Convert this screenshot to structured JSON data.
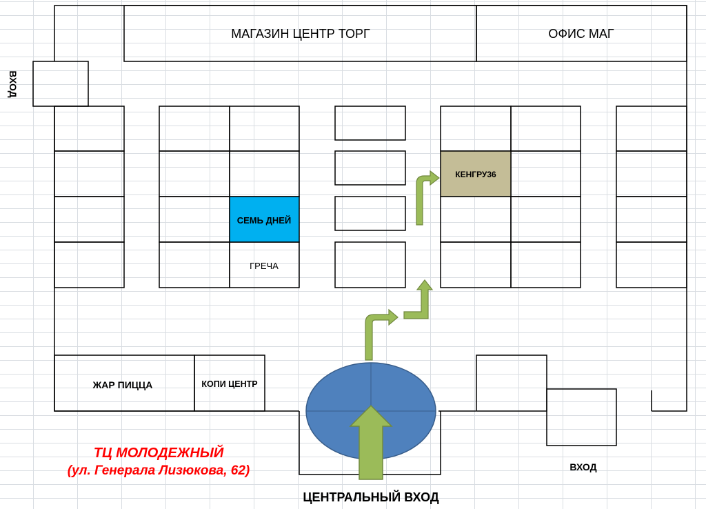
{
  "colors": {
    "semdney_fill": "#00b0f0",
    "kengru_fill": "#c4bd97",
    "fountain_fill": "#4f81bd",
    "arrow_fill": "#9bbb59",
    "title_color": "#ff0000"
  },
  "labels": {
    "magazin": "МАГАЗИН ЦЕНТР ТОРГ",
    "ofis": "ОФИС МАГ",
    "vhod_left": "ВХОД",
    "semdney": "СЕМЬ ДНЕЙ",
    "grecha": "ГРЕЧА",
    "kengru": "КЕНГРУ36",
    "zhar": "ЖАР ПИЦЦА",
    "kopi": "КОПИ ЦЕНТР",
    "vhod_right": "ВХОД",
    "central": "ЦЕНТРАЛЬНЫЙ ВХОД"
  },
  "title": {
    "line1": "ТЦ МОЛОДЕЖНЫЙ",
    "line2": "(ул. Генерала Лизюкова, 62)"
  },
  "icons": {
    "route": "green-route-arrow",
    "entrance": "up-arrow",
    "fountain": "fountain-ellipse"
  }
}
